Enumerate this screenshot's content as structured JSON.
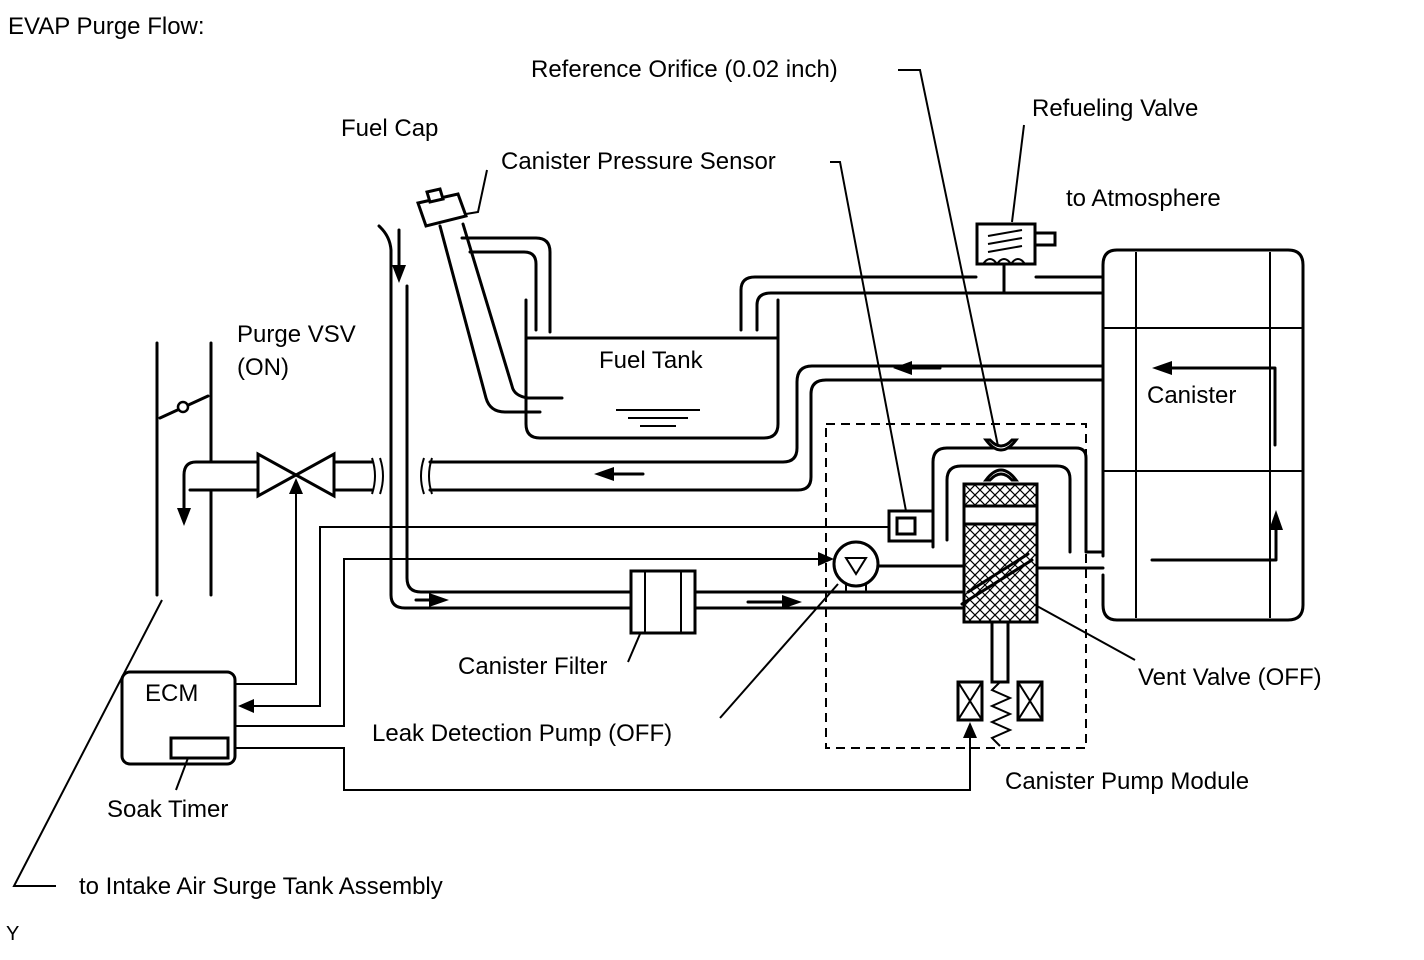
{
  "title": "EVAP Purge Flow:",
  "labels": {
    "reference_orifice": "Reference Orifice (0.02 inch)",
    "refueling_valve": "Refueling Valve",
    "fuel_cap": "Fuel Cap",
    "canister_pressure_sensor": "Canister Pressure Sensor",
    "to_atmosphere": "to Atmosphere",
    "purge_vsv_line1": "Purge VSV",
    "purge_vsv_line2": "(ON)",
    "fuel_tank": "Fuel Tank",
    "canister": "Canister",
    "canister_filter": "Canister Filter",
    "vent_valve": "Vent Valve (OFF)",
    "ecm": "ECM",
    "leak_detection_pump": "Leak Detection Pump (OFF)",
    "canister_pump_module": "Canister Pump Module",
    "soak_timer": "Soak Timer",
    "to_intake": "to Intake Air Surge Tank Assembly",
    "corner_mark": "Y"
  }
}
